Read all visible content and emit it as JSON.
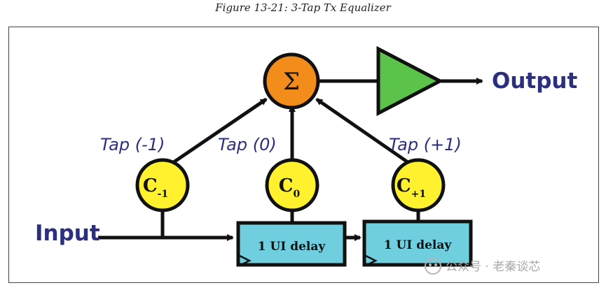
{
  "caption": "Figure 13-21: 3-Tap Tx Equalizer",
  "labels": {
    "input": "Input",
    "output": "Output",
    "sum_symbol": "Σ"
  },
  "taps": [
    {
      "label": "Tap (-1)",
      "coef_main": "C",
      "coef_sub": "-1"
    },
    {
      "label": "Tap (0)",
      "coef_main": "C",
      "coef_sub": "0"
    },
    {
      "label": "Tap (+1)",
      "coef_main": "C",
      "coef_sub": "+1"
    }
  ],
  "delays": [
    "1 UI delay",
    "1 UI delay"
  ],
  "watermark": "公众号 · 老秦谈芯",
  "colors": {
    "label_text": "#2b2f7e",
    "sum_fill": "#f28c1a",
    "coef_fill": "#fff12e",
    "delay_fill": "#6fcfdf",
    "amp_fill": "#5cc34a",
    "line": "#111111"
  }
}
